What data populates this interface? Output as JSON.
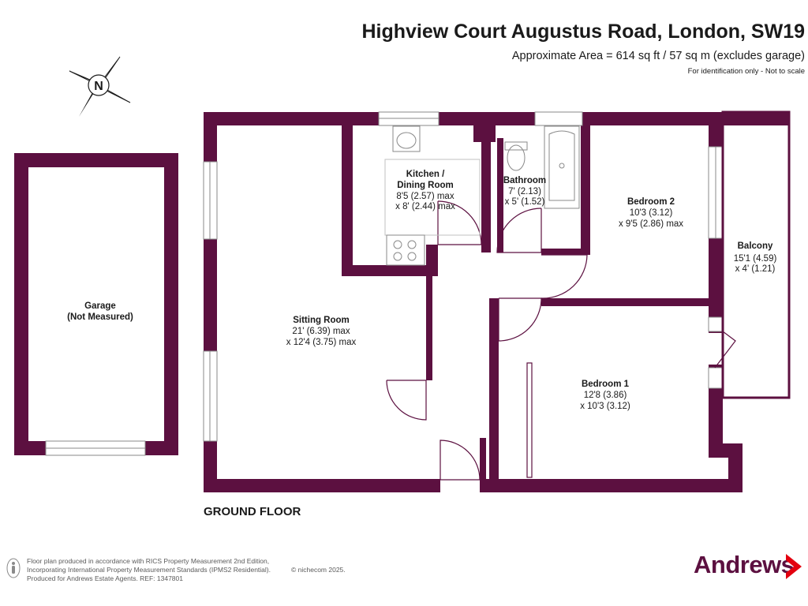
{
  "header": {
    "title": "Highview Court Augustus Road, London, SW19",
    "area": "Approximate Area = 614 sq ft / 57 sq m (excludes garage)",
    "note": "For identification only - Not to scale"
  },
  "compass": {
    "letter": "N"
  },
  "rooms": {
    "garage": {
      "name": "Garage",
      "dims": [
        "(Not Measured)"
      ]
    },
    "sitting": {
      "name": "Sitting Room",
      "dims": [
        "21' (6.39) max",
        "x 12'4 (3.75) max"
      ]
    },
    "kitchen": {
      "name": [
        "Kitchen /",
        "Dining Room"
      ],
      "dims": [
        "8'5 (2.57) max",
        "x 8' (2.44) max"
      ]
    },
    "bathroom": {
      "name": "Bathroom",
      "dims": [
        "7' (2.13)",
        "x 5' (1.52)"
      ]
    },
    "bedroom2": {
      "name": "Bedroom 2",
      "dims": [
        "10'3 (3.12)",
        "x 9'5 (2.86) max"
      ]
    },
    "balcony": {
      "name": "Balcony",
      "dims": [
        "15'1 (4.59)",
        "x 4' (1.21)"
      ]
    },
    "bedroom1": {
      "name": "Bedroom 1",
      "dims": [
        "12'8 (3.86)",
        "x 10'3 (3.12)"
      ]
    }
  },
  "floor_label": "GROUND FLOOR",
  "footer": {
    "lines": [
      "Floor plan produced in accordance with RICS Property Measurement 2nd Edition,",
      "Incorporating International Property Measurement Standards (IPMS2 Residential).",
      "Produced for Andrews Estate Agents.   REF: 1347801"
    ],
    "copyright": "© nichecom 2025."
  },
  "brand": {
    "name": "Andrews",
    "color": "#5c1040",
    "accent": "#e3000f"
  },
  "colors": {
    "wall": "#5c1040"
  }
}
